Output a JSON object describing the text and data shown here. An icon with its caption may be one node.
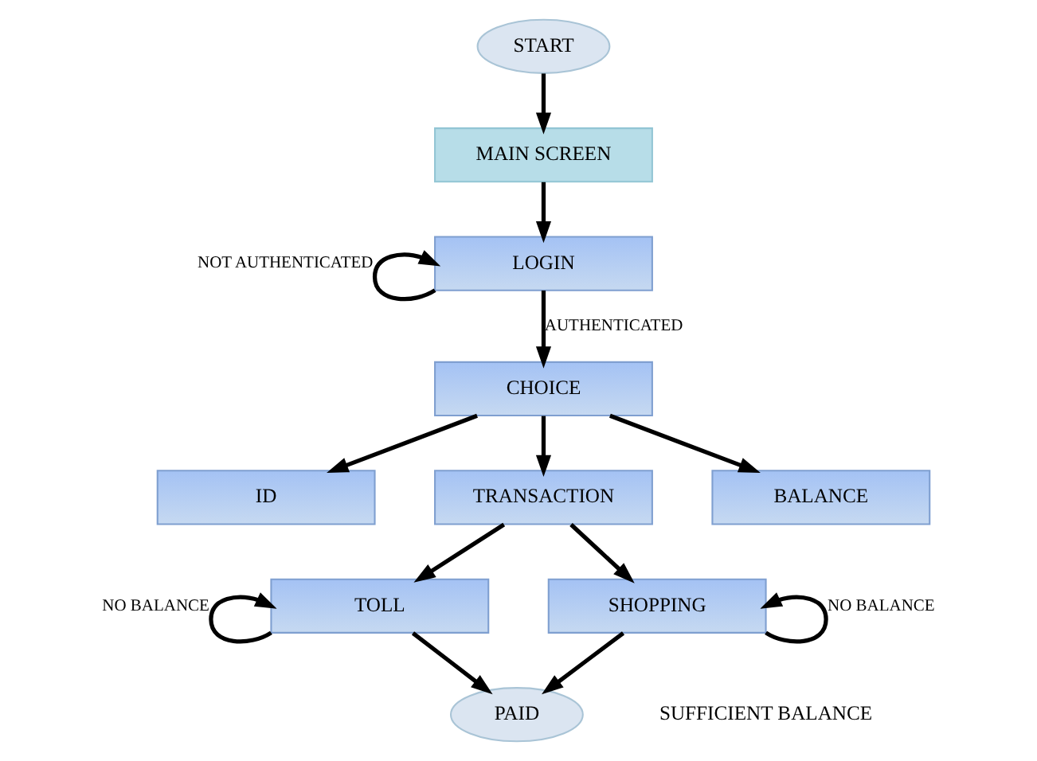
{
  "diagram": {
    "nodes": [
      {
        "text": [
          "START"
        ]
      },
      {
        "text": [
          "MAIN SCREEN"
        ]
      },
      {
        "text": [
          "LOGIN"
        ]
      },
      {
        "text": [
          "CHOICE"
        ]
      },
      {
        "text": [
          "ID"
        ]
      },
      {
        "text": [
          "TRANSACTION"
        ]
      },
      {
        "text": [
          "BALANCE"
        ]
      },
      {
        "text": [
          "TOLL"
        ]
      },
      {
        "text": [
          "SHOPPING"
        ]
      },
      {
        "text": [
          "PAID"
        ]
      }
    ],
    "edges": [
      {
        "from": 0,
        "to": 1,
        "arrow": "to"
      },
      {
        "from": 1,
        "to": 2,
        "arrow": "to"
      },
      {
        "from": 2,
        "to": 2,
        "arrow": "to",
        "label": "NOT AUTHENTICATED"
      },
      {
        "from": 2,
        "to": 3,
        "arrow": "to",
        "label": "AUTHENTICATED"
      },
      {
        "from": 3,
        "to": 4,
        "arrow": "to"
      },
      {
        "from": 3,
        "to": 5,
        "arrow": "to"
      },
      {
        "from": 3,
        "to": 6,
        "arrow": "to"
      },
      {
        "from": 5,
        "to": 7,
        "arrow": "to"
      },
      {
        "from": 5,
        "to": 8,
        "arrow": "to"
      },
      {
        "from": 7,
        "to": 7,
        "arrow": "to",
        "label": "NO BALANCE"
      },
      {
        "from": 8,
        "to": 8,
        "arrow": "to",
        "label": "NO BALANCE"
      },
      {
        "from": 7,
        "to": 9,
        "arrow": "to"
      },
      {
        "from": 8,
        "to": 9,
        "arrow": "to"
      }
    ],
    "labels": [
      "SUFFICIENT BALANCE"
    ]
  }
}
